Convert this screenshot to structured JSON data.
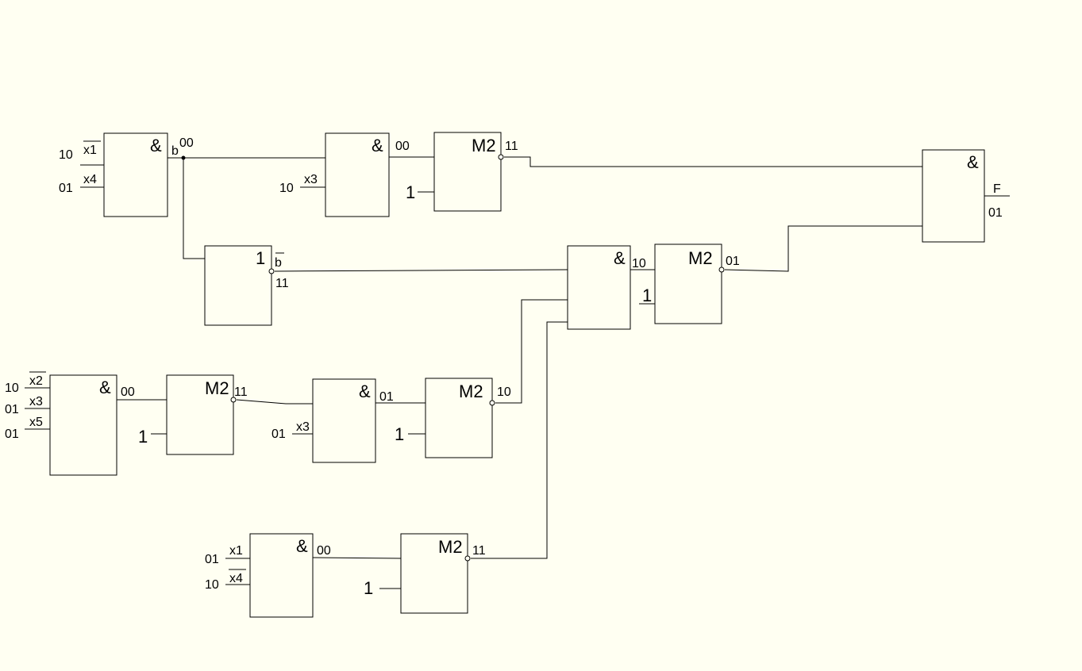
{
  "symbols": {
    "and": "&",
    "or": "1",
    "xor": "M2",
    "const_one": "1"
  },
  "inputs": {
    "g1_a_val": "10",
    "g1_a_var": "x1",
    "g1_b_val": "01",
    "g1_b_var": "x4",
    "g2_val": "10",
    "g2_var": "x3",
    "g5_a_val": "10",
    "g5_a_var": "x2",
    "g5_b_val": "01",
    "g5_b_var": "x3",
    "g5_c_val": "01",
    "g5_c_var": "x5",
    "g7_val": "01",
    "g7_var": "x3",
    "g9_a_val": "01",
    "g9_a_var": "x1",
    "g9_b_val": "10",
    "g9_b_var": "x4"
  },
  "signals": {
    "b": "b",
    "b_val": "00",
    "g2_out": "00",
    "m1_out": "11",
    "b_not": "b",
    "b_not_val": "11",
    "g11_out": "10",
    "m5_out": "01",
    "g5_out": "00",
    "m2_out": "11",
    "g7_out": "01",
    "m3_out": "10",
    "g9_out": "00",
    "m4_out": "11",
    "F": "F",
    "F_val": "01"
  }
}
